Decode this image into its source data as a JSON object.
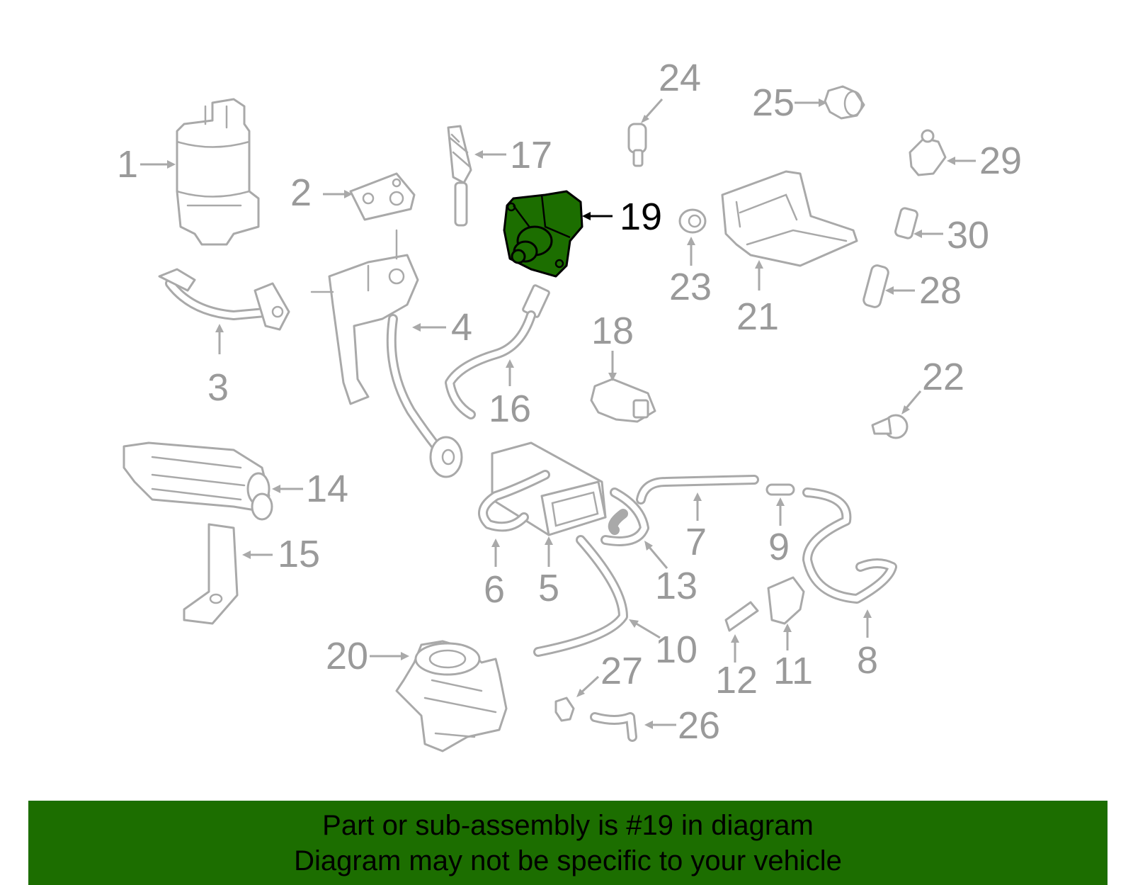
{
  "diagram": {
    "highlight_color": "#1c6e00",
    "part_color": "#a9a9a9",
    "highlighted_part": "19",
    "labels": [
      "1",
      "2",
      "3",
      "4",
      "5",
      "6",
      "7",
      "8",
      "9",
      "10",
      "11",
      "12",
      "13",
      "14",
      "15",
      "16",
      "17",
      "18",
      "19",
      "20",
      "21",
      "22",
      "23",
      "24",
      "25",
      "26",
      "27",
      "28",
      "29",
      "30"
    ]
  },
  "banner": {
    "line1": "Part or sub-assembly is #19 in diagram",
    "line2": "Diagram may not be specific to your vehicle"
  }
}
